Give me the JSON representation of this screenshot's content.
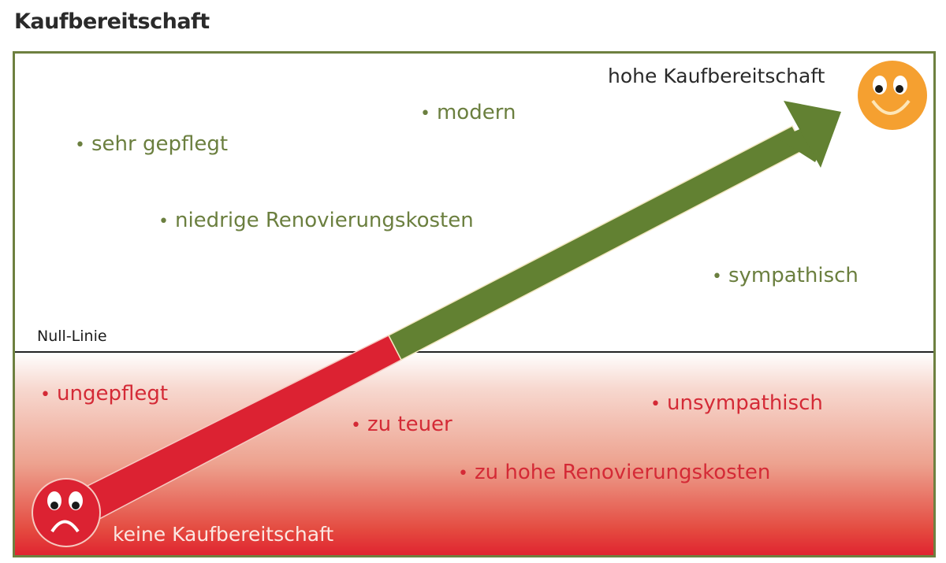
{
  "title": "Kaufbereitschaft",
  "diagram": {
    "null_line_label": "Null-Linie",
    "high_end_label": "hohe Kaufbereitschaft",
    "low_end_label": "keine Kaufbereitschaft",
    "high_icon": "happy-smiley-icon",
    "low_icon": "sad-smiley-icon",
    "positive_factors": [
      {
        "bullet": "•",
        "text": "modern"
      },
      {
        "bullet": "•",
        "text": "sehr gepflegt"
      },
      {
        "bullet": "•",
        "text": "niedrige Renovierungskosten"
      },
      {
        "bullet": "•",
        "text": "sympathisch"
      }
    ],
    "negative_factors": [
      {
        "bullet": "•",
        "text": "ungepflegt"
      },
      {
        "bullet": "•",
        "text": "unsympathisch"
      },
      {
        "bullet": "•",
        "text": "zu teuer"
      },
      {
        "bullet": "•",
        "text": "zu hohe Renovierungskosten"
      }
    ],
    "colors": {
      "frame": "#6e8040",
      "positive": "#6b7f3f",
      "negative": "#d42a36",
      "arrow_positive": "#628132",
      "arrow_negative": "#dc2232",
      "happy_face": "#f5a030",
      "sad_face": "#dc2232"
    }
  }
}
